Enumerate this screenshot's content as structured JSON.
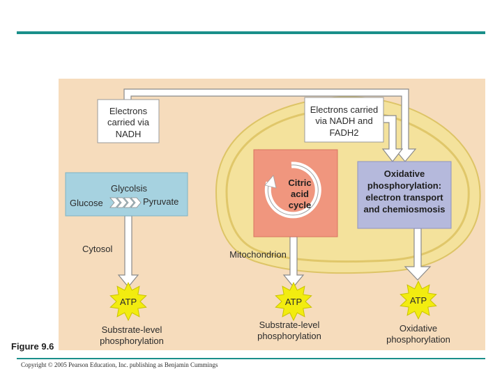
{
  "figure_label": "Figure 9.6",
  "copyright": "Copyright © 2005 Pearson Education, Inc. publishing as Benjamin Cummings",
  "electron_labels": {
    "left": "Electrons carried via NADH",
    "right": "Electrons carried via NADH and FADH2"
  },
  "stages": {
    "glycolysis": {
      "title": "Glycolsis",
      "input": "Glucose",
      "output": "Pyruvate"
    },
    "citric_acid": {
      "title": "Citric acid cycle"
    },
    "oxidative": {
      "title": "Oxidative phosphorylation: electron transport and chemiosmosis"
    }
  },
  "regions": {
    "cytosol": "Cytosol",
    "mitochondrion": "Mitochondrion"
  },
  "atp": [
    {
      "label": "ATP",
      "caption": "Substrate-level phosphorylation"
    },
    {
      "label": "ATP",
      "caption": "Substrate-level phosphorylation"
    },
    {
      "label": "ATP",
      "caption": "Oxidative phosphorylation"
    }
  ],
  "colors": {
    "accent_rule": "#1a8f8a",
    "background_panel": "#f6dcbc",
    "mitochondrion_fill": "#f4e29c",
    "glycolysis_box": "#a6d2e0",
    "citric_box": "#f0967e",
    "oxidative_box": "#b5b9dc",
    "atp_burst": "#f2ec10"
  }
}
